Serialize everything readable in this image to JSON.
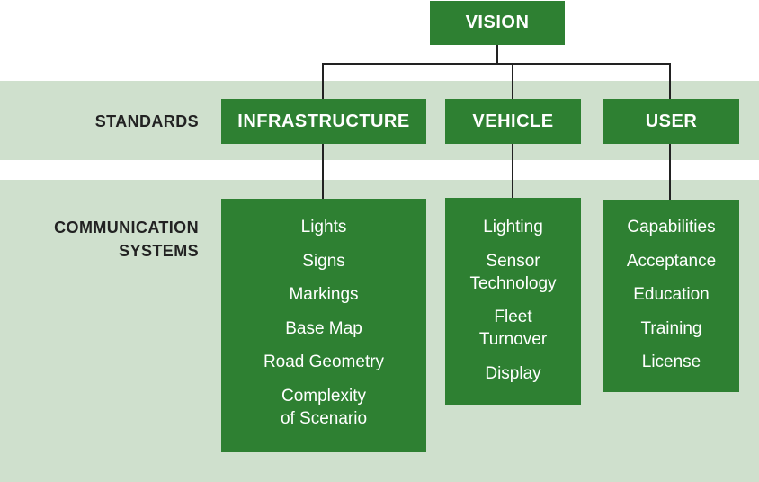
{
  "vision": "VISION",
  "row_labels": {
    "standards": "STANDARDS",
    "communication_systems": [
      "COMMUNICATION",
      "SYSTEMS"
    ]
  },
  "standards": {
    "infrastructure": "INFRASTRUCTURE",
    "vehicle": "VEHICLE",
    "user": "USER"
  },
  "communication_systems": {
    "infrastructure": [
      "Lights",
      "Signs",
      "Markings",
      "Base Map",
      "Road Geometry",
      "Complexity\nof Scenario"
    ],
    "vehicle": [
      "Lighting",
      "Sensor\nTechnology",
      "Fleet\nTurnover",
      "Display"
    ],
    "user": [
      "Capabilities",
      "Acceptance",
      "Education",
      "Training",
      "License"
    ]
  },
  "colors": {
    "box_green": "#2e8032",
    "band_green": "#cfe0cd",
    "connector": "#222222"
  }
}
